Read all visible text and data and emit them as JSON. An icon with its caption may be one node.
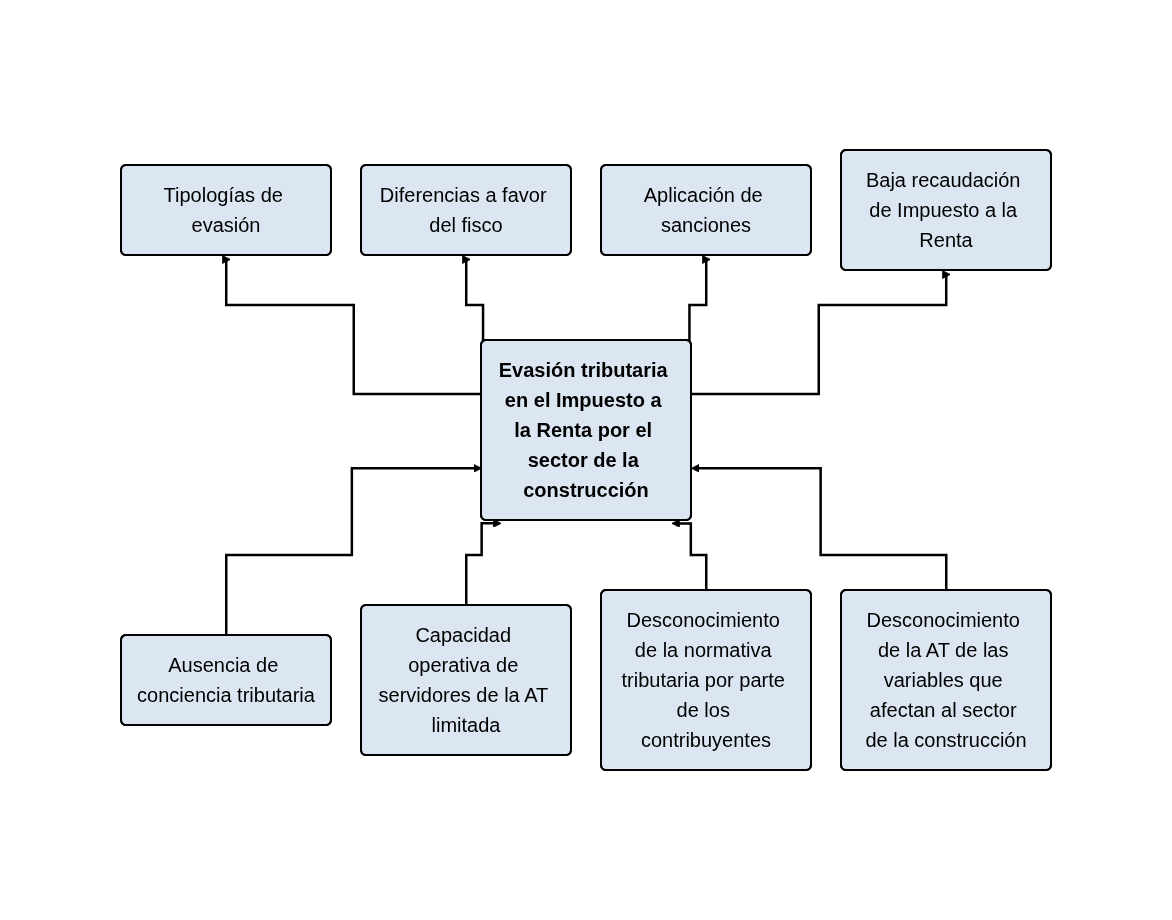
{
  "diagram": {
    "nodes": [
      {
        "text": [
          "Tipologías de evasión"
        ]
      },
      {
        "text": [
          "Diferencias a favor del fisco"
        ]
      },
      {
        "text": [
          "Aplicación de sanciones"
        ]
      },
      {
        "text": [
          "Baja recaudación de Impuesto a la Renta"
        ]
      },
      {
        "text": [
          "Evasión tributaria en el Impuesto a la Renta por el sector de la construcción"
        ]
      },
      {
        "text": [
          "Ausencia de conciencia tributaria"
        ]
      },
      {
        "text": [
          "Capacidad operativa de servidores de la AT limitada"
        ]
      },
      {
        "text": [
          "Desconocimiento de la normativa tributaria por parte de los contribuyentes"
        ]
      },
      {
        "text": [
          "Desconocimiento de la AT de las variables que afectan al sector de la construcción"
        ]
      }
    ],
    "edges": [
      {
        "from": 5,
        "to": 4,
        "arrow": "to"
      },
      {
        "from": 6,
        "to": 4,
        "arrow": "to"
      },
      {
        "from": 7,
        "to": 4,
        "arrow": "to"
      },
      {
        "from": 8,
        "to": 4,
        "arrow": "to"
      },
      {
        "from": 4,
        "to": 0,
        "arrow": "to"
      },
      {
        "from": 4,
        "to": 1,
        "arrow": "to"
      },
      {
        "from": 4,
        "to": 2,
        "arrow": "to"
      },
      {
        "from": 4,
        "to": 3,
        "arrow": "to"
      }
    ]
  }
}
